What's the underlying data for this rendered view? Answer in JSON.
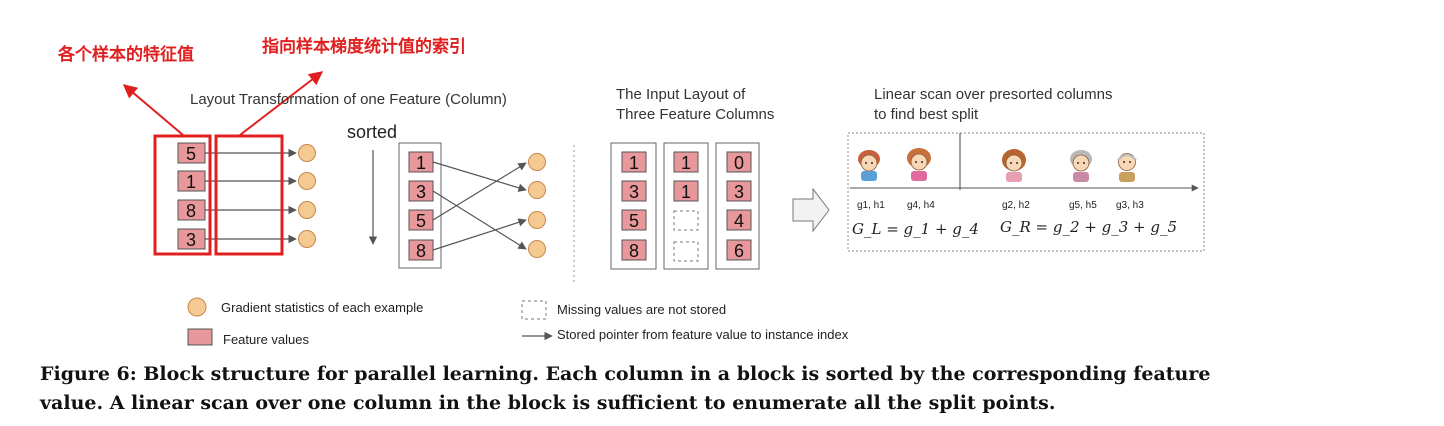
{
  "annotations": {
    "feature_values_cn": "各个样本的特征值",
    "index_pointers_cn": "指向样本梯度统计值的索引",
    "color": "#e02020"
  },
  "panel1": {
    "title": "Layout Transformation of one Feature (Column)",
    "unsorted_values": [
      "5",
      "1",
      "8",
      "3"
    ],
    "sorted_label": "sorted",
    "sorted_values": [
      "1",
      "3",
      "5",
      "8"
    ]
  },
  "panel2": {
    "title_line1": "The Input Layout of",
    "title_line2": "Three Feature Columns",
    "column1": [
      "1",
      "3",
      "5",
      "8"
    ],
    "column2": [
      "1",
      "1"
    ],
    "column3": [
      "0",
      "3",
      "4",
      "6"
    ]
  },
  "panel3": {
    "title_line1": "Linear scan over presorted columns",
    "title_line2": "to find best split",
    "left_labels": [
      "g1, h1",
      "g4, h4"
    ],
    "right_labels": [
      "g2, h2",
      "g5, h5",
      "g3, h3"
    ],
    "left_formula": "G_L = g_1 + g_4",
    "right_formula": "G_R = g_2 + g_3 + g_5"
  },
  "legend": {
    "gradient": "Gradient statistics of each example",
    "feature": "Feature values",
    "missing": "Missing values are not stored",
    "pointer": "Stored pointer from feature value to instance index"
  },
  "caption": {
    "line1": "Figure 6:  Block structure for parallel learning.  Each column in a block is sorted by the corresponding feature",
    "line2": "value.  A linear scan over one column in the block is sufficient to enumerate all the split points."
  },
  "colors": {
    "feature_fill": "#e8989a",
    "gradient_fill": "#f5c992",
    "gradient_stroke": "#c8874a"
  }
}
